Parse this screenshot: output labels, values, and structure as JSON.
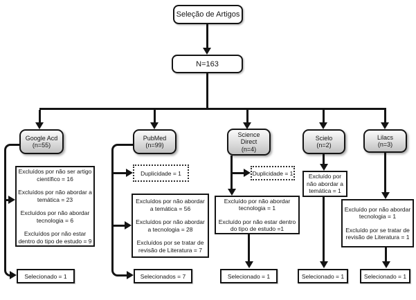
{
  "diagram": {
    "title": "Seleção de Artigos",
    "total": "N=163",
    "branches": [
      {
        "name": "Google Acd",
        "count": "(n=55)",
        "exclusions": [
          "Excluídos por não ser artigo científico = 16",
          "Excluídos por não abordar a temática = 23",
          "Excluídos por não abordar tecnologia = 6",
          "Excluídos por não estar dentro do tipo de estudo = 9"
        ],
        "selected": "Selecionado = 1"
      },
      {
        "name": "PubMed",
        "count": "(n=99)",
        "duplicates": "Duplicidade = 1",
        "exclusions": [
          "Excluídos por não abordar a temática = 56",
          "Excluídos por não abordar a tecnologia = 28",
          "Excluídos por se tratar de revisão de Literatura = 7"
        ],
        "selected": "Selecionados = 7"
      },
      {
        "name": "Science Direct",
        "count": "(n=4)",
        "duplicates": "Duplicidade = 1",
        "exclusions": [
          "Excluído por não abordar tecnologia = 1",
          "Excluído por não estar dentro do tipo de estudo =1"
        ],
        "selected": "Selecionado = 1"
      },
      {
        "name": "Scielo",
        "count": "(n=2)",
        "exclusions": [
          "Excluído por não abordar a temática = 1"
        ],
        "selected": "Selecionado = 1"
      },
      {
        "name": "Lilacs",
        "count": "(n=3)",
        "exclusions": [
          "Excluído por não abordar tecnologia = 1",
          "Excluído por se tratar de revisão de Literatura = 1"
        ],
        "selected": "Selecionado = 1"
      }
    ]
  }
}
